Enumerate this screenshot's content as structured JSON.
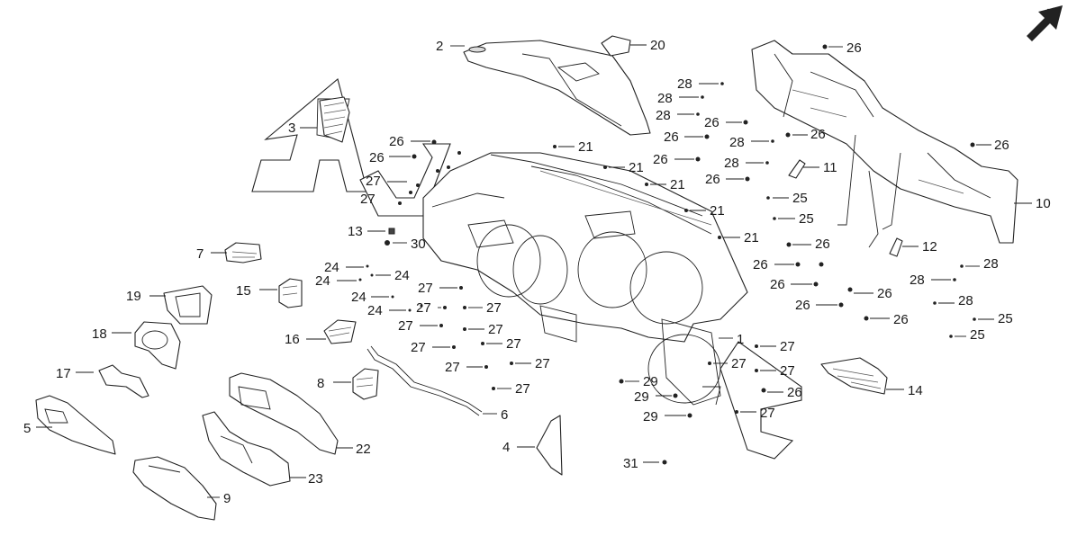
{
  "diagram": {
    "parts": [
      {
        "id": "p1",
        "label": "1"
      },
      {
        "id": "p2",
        "label": "2"
      },
      {
        "id": "p3",
        "label": "3"
      },
      {
        "id": "p4",
        "label": "4"
      },
      {
        "id": "p5",
        "label": "5"
      },
      {
        "id": "p6",
        "label": "6"
      },
      {
        "id": "p7",
        "label": "7"
      },
      {
        "id": "p8",
        "label": "8"
      },
      {
        "id": "p9",
        "label": "9"
      },
      {
        "id": "p10",
        "label": "10"
      },
      {
        "id": "p11",
        "label": "11"
      },
      {
        "id": "p12",
        "label": "12"
      },
      {
        "id": "p13",
        "label": "13"
      },
      {
        "id": "p14",
        "label": "14"
      },
      {
        "id": "p15",
        "label": "15"
      },
      {
        "id": "p16",
        "label": "16"
      },
      {
        "id": "p17",
        "label": "17"
      },
      {
        "id": "p18",
        "label": "18"
      },
      {
        "id": "p19",
        "label": "19"
      },
      {
        "id": "p20",
        "label": "20"
      },
      {
        "id": "p22",
        "label": "22"
      },
      {
        "id": "p23",
        "label": "23"
      },
      {
        "id": "p30",
        "label": "30"
      },
      {
        "id": "p31",
        "label": "31"
      }
    ],
    "fastener_labels": [
      "26",
      "26",
      "26",
      "26",
      "26",
      "26",
      "26",
      "26",
      "26",
      "26",
      "26",
      "26",
      "26",
      "26",
      "26",
      "21",
      "21",
      "21",
      "21",
      "21",
      "27",
      "27",
      "27",
      "27",
      "27",
      "27",
      "27",
      "27",
      "27",
      "27",
      "27",
      "27",
      "27",
      "27",
      "27",
      "27",
      "28",
      "28",
      "28",
      "28",
      "28",
      "28",
      "28",
      "24",
      "24",
      "24",
      "24",
      "24",
      "25",
      "25",
      "25",
      "25",
      "29",
      "29",
      "29"
    ],
    "orientation_arrow": "front-arrow-icon"
  }
}
